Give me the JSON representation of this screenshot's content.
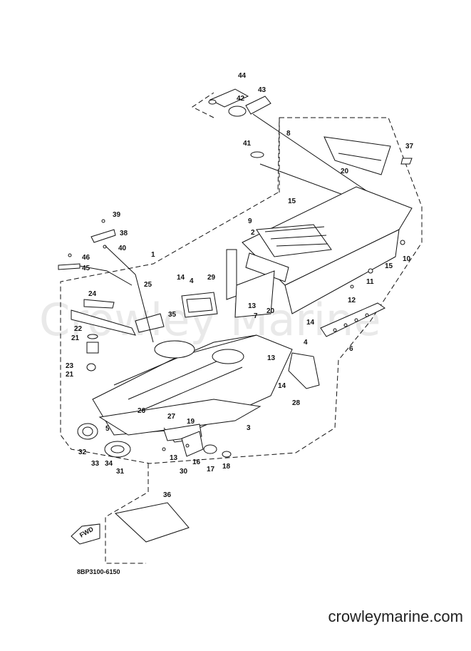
{
  "diagram": {
    "watermark": "Crowley Marine",
    "part_code": "8BP3100-6150",
    "front_arrow_label": "FWD",
    "footer_text": "crowleymarine.com",
    "callouts": [
      "44",
      "42",
      "43",
      "8",
      "37",
      "41",
      "20",
      "15",
      "39",
      "38",
      "40",
      "9",
      "2",
      "46",
      "45",
      "1",
      "10",
      "15",
      "14",
      "29",
      "11",
      "4",
      "25",
      "24",
      "12",
      "35",
      "13",
      "20",
      "7",
      "14",
      "22",
      "21",
      "6",
      "4",
      "13",
      "23",
      "21",
      "14",
      "28",
      "26",
      "27",
      "19",
      "3",
      "5",
      "32",
      "13",
      "30",
      "16",
      "17",
      "18",
      "33",
      "34",
      "31",
      "36"
    ]
  }
}
